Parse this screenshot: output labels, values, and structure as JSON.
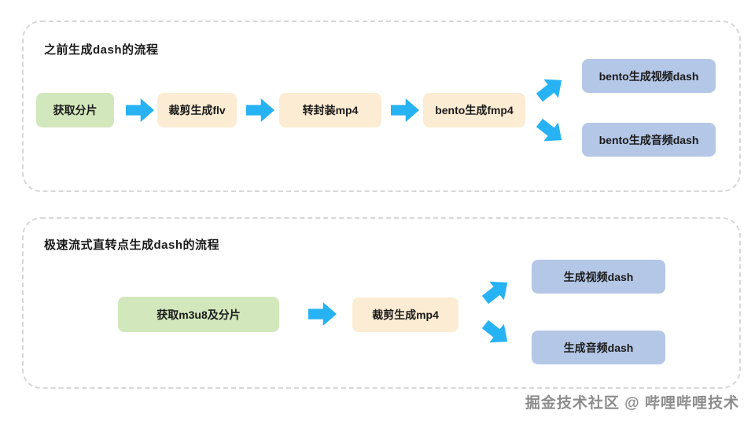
{
  "panels": [
    {
      "title": "之前生成dash的流程",
      "nodes": {
        "step1": "获取分片",
        "step2": "裁剪生成flv",
        "step3": "转封装mp4",
        "step4": "bento生成fmp4",
        "out_video": "bento生成视频dash",
        "out_audio": "bento生成音频dash"
      }
    },
    {
      "title": "极速流式直转点生成dash的流程",
      "nodes": {
        "step1": "获取m3u8及分片",
        "step2": "裁剪生成mp4",
        "out_video": "生成视频dash",
        "out_audio": "生成音频dash"
      }
    }
  ],
  "watermark": "掘金技术社区 @ 哔哩哔哩技术",
  "colors": {
    "green_node": "#d2e7bc",
    "cream_node": "#fcecd3",
    "blue_node": "#b4c7e7",
    "arrow": "#27b2f3",
    "panel_border": "#d8d8d8"
  }
}
